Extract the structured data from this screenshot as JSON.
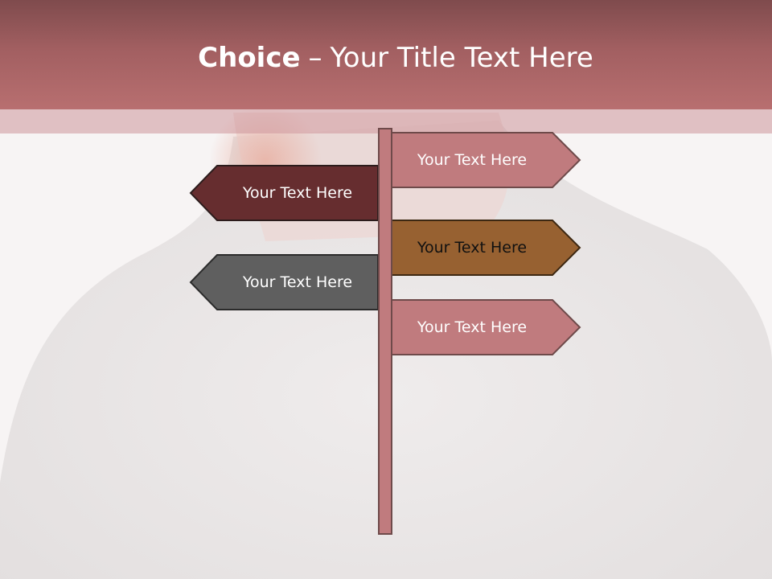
{
  "slide": {
    "title_bold": "Choice",
    "title_dash": "–",
    "title_rest": "Your Title Text Here"
  },
  "signs": [
    {
      "label": "Your Text Here",
      "direction": "right",
      "fill": "#c07b7e",
      "text_color": "#ffffff"
    },
    {
      "label": "Your Text Here",
      "direction": "left",
      "fill": "#662d2f",
      "text_color": "#ffffff"
    },
    {
      "label": "Your Text Here",
      "direction": "right",
      "fill": "#976131",
      "text_color": "#111111"
    },
    {
      "label": "Your Text Here",
      "direction": "left",
      "fill": "#5f5f5f",
      "text_color": "#ffffff"
    },
    {
      "label": "Your Text Here",
      "direction": "right",
      "fill": "#c07b7e",
      "text_color": "#ffffff"
    }
  ],
  "colors": {
    "pole": "#c07b7e",
    "outline": "#3a2424",
    "title_band": "#a86566"
  }
}
